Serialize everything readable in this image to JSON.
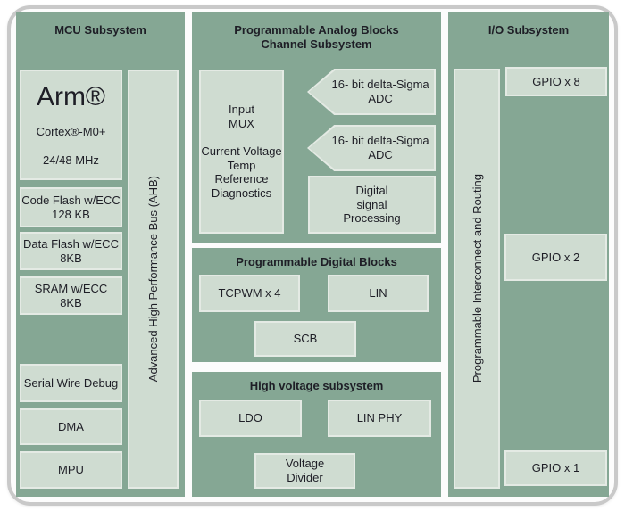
{
  "colors": {
    "panel_green": "#85a794",
    "block_fill": "#cfdcd1",
    "block_border": "#e4eae4",
    "text": "#1e1e26",
    "frame_border": "#c9c9c9"
  },
  "mcu": {
    "title": "MCU Subsystem",
    "arm": {
      "line1": "Arm®",
      "line2": "Cortex®-M0+",
      "line3": "24/48 MHz"
    },
    "bus_label": "Advanced High Performance Bus (AHB)",
    "blocks": [
      "Code Flash w/ECC\n128 KB",
      "Data Flash w/ECC\n8KB",
      "SRAM w/ECC\n8KB",
      "Serial Wire Debug",
      "DMA",
      "MPU"
    ]
  },
  "analog": {
    "title": "Programmable Analog Blocks\nChannel Subsystem",
    "input_block": "Input\nMUX\n\nCurrent Voltage\nTemp\nReference\nDiagnostics",
    "adc1": "16- bit delta-Sigma\nADC",
    "adc2": "16- bit delta-Sigma\nADC",
    "dsp": "Digital\nsignal\nProcessing"
  },
  "digital": {
    "title": "Programmable Digital Blocks",
    "blocks": [
      "TCPWM x 4",
      "LIN",
      "SCB"
    ]
  },
  "hv": {
    "title": "High voltage subsystem",
    "blocks": [
      "LDO",
      "LIN PHY",
      "Voltage\nDivider"
    ]
  },
  "io": {
    "title": "I/O Subsystem",
    "routing_label": "Programmable Interconnect and Routing",
    "blocks": [
      "GPIO x 8",
      "GPIO x 2",
      "GPIO x 1"
    ]
  }
}
